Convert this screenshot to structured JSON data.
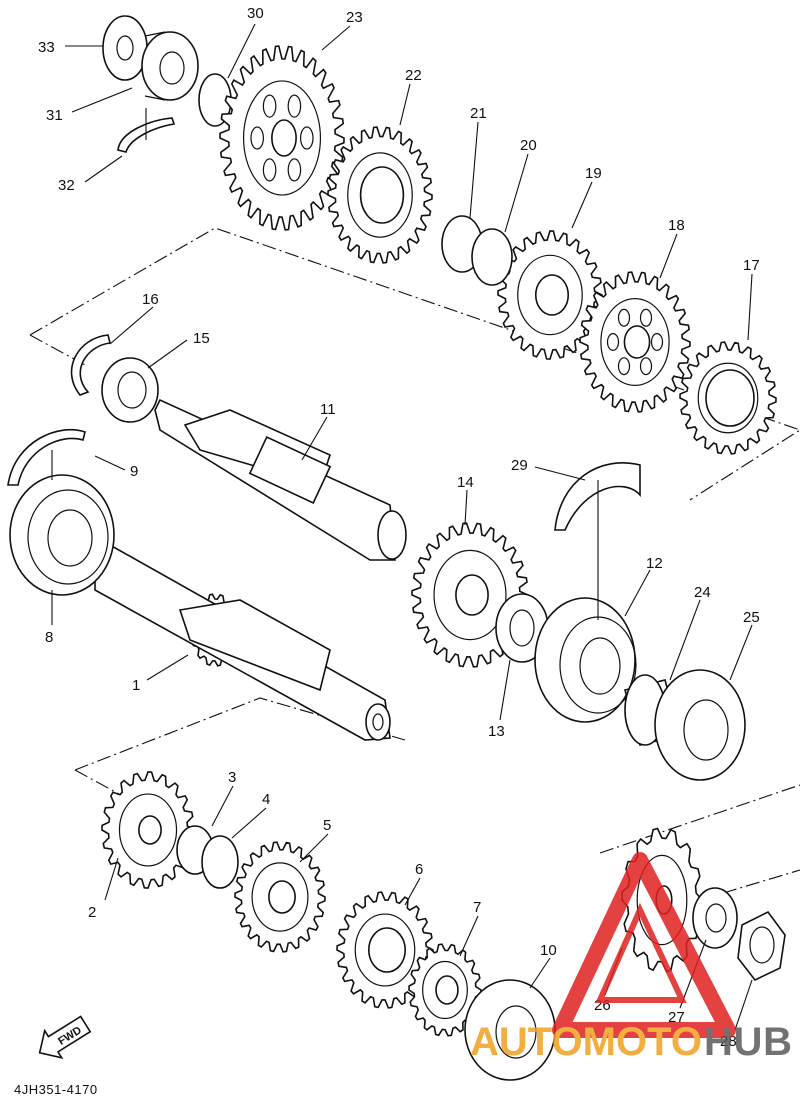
{
  "callouts": [
    {
      "id": "1",
      "text": "1"
    },
    {
      "id": "2",
      "text": "2"
    },
    {
      "id": "3",
      "text": "3"
    },
    {
      "id": "4",
      "text": "4"
    },
    {
      "id": "5",
      "text": "5"
    },
    {
      "id": "6",
      "text": "6"
    },
    {
      "id": "7",
      "text": "7"
    },
    {
      "id": "8",
      "text": "8"
    },
    {
      "id": "9",
      "text": "9"
    },
    {
      "id": "10",
      "text": "10"
    },
    {
      "id": "11",
      "text": "11"
    },
    {
      "id": "12",
      "text": "12"
    },
    {
      "id": "13",
      "text": "13"
    },
    {
      "id": "14",
      "text": "14"
    },
    {
      "id": "15",
      "text": "15"
    },
    {
      "id": "16",
      "text": "16"
    },
    {
      "id": "17",
      "text": "17"
    },
    {
      "id": "18",
      "text": "18"
    },
    {
      "id": "19",
      "text": "19"
    },
    {
      "id": "20",
      "text": "20"
    },
    {
      "id": "21",
      "text": "21"
    },
    {
      "id": "22",
      "text": "22"
    },
    {
      "id": "23",
      "text": "23"
    },
    {
      "id": "24",
      "text": "24"
    },
    {
      "id": "25",
      "text": "25"
    },
    {
      "id": "26",
      "text": "26"
    },
    {
      "id": "27",
      "text": "27"
    },
    {
      "id": "28",
      "text": "28"
    },
    {
      "id": "29",
      "text": "29"
    },
    {
      "id": "30",
      "text": "30"
    },
    {
      "id": "31",
      "text": "31"
    },
    {
      "id": "32",
      "text": "32"
    },
    {
      "id": "33",
      "text": "33"
    }
  ],
  "fwd_label": "FWD",
  "catalog_number": "4JH351-4170",
  "watermark": {
    "text": "AUTOMOTOHUB",
    "part_a": "AUTOMOTO",
    "part_b": "HUB",
    "color_red": "#e02020",
    "color_orange": "#f0a020",
    "color_gray": "#5a5a5a"
  }
}
